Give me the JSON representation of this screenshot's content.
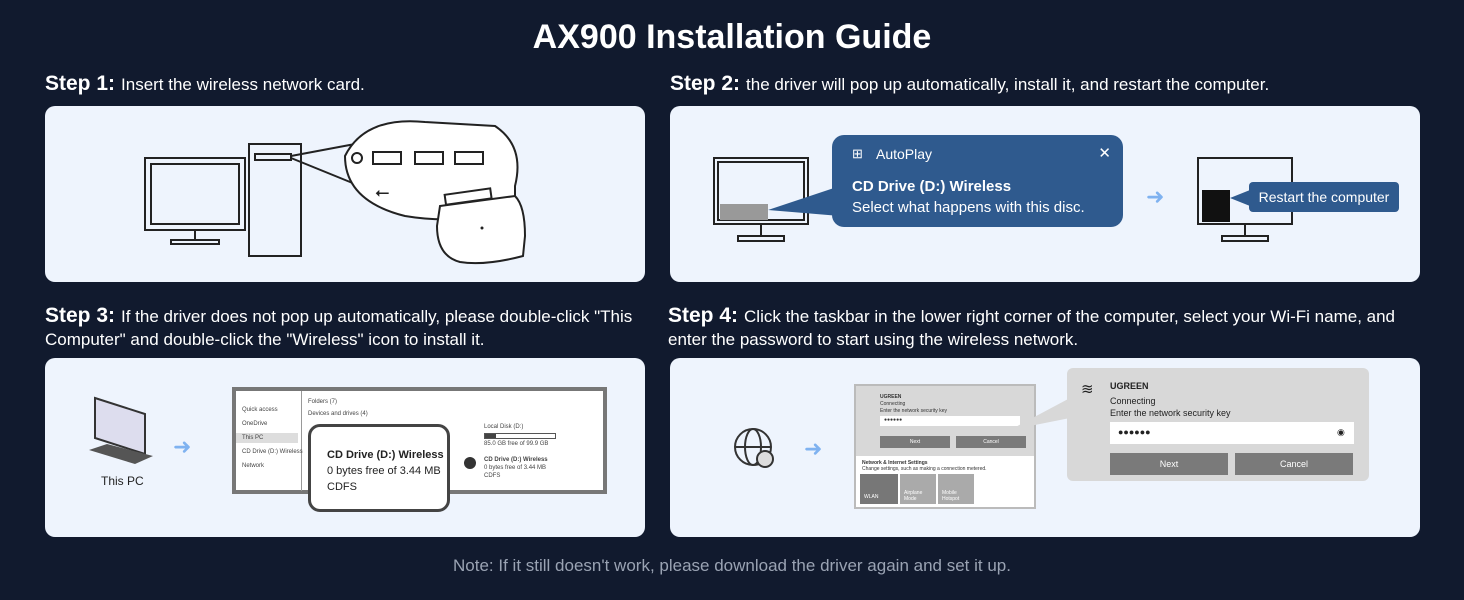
{
  "title": "AX900 Installation Guide",
  "steps": [
    {
      "label": "Step 1:",
      "text": "Insert the wireless network card."
    },
    {
      "label": "Step 2:",
      "text": "the driver will pop up automatically, install it, and restart the computer."
    },
    {
      "label": "Step 3:",
      "text": "If the driver does not pop up automatically, please double-click \"This Computer\" and double-click the \"Wireless\" icon to install it."
    },
    {
      "label": "Step 4:",
      "text": "Click the taskbar in the lower right corner of the computer, select your Wi-Fi name, and enter the password to start using the wireless network."
    }
  ],
  "step2": {
    "autoplay": "AutoPlay",
    "drive": "CD Drive (D:) Wireless",
    "prompt": "Select what happens with this disc.",
    "restart": "Restart the computer"
  },
  "step3": {
    "pc_label": "This PC",
    "nav": [
      "Quick access",
      "OneDrive",
      "This PC",
      "CD Drive (D:) Wireless",
      "Network"
    ],
    "folders": "Folders (7)",
    "devices": "Devices and drives (4)",
    "local_disk": "Local Disk (D:)",
    "local_free": "85.0 GB free of 99.9 GB",
    "local_fill": 0.15,
    "cd_name": "CD Drive (D:) Wireless",
    "cd_free": "0 bytes free of 3.44 MB",
    "cd_fs": "CDFS"
  },
  "step4": {
    "ssid": "UGREEN",
    "status": "Connecting",
    "prompt": "Enter the network security key",
    "password": "●●●●●●",
    "next": "Next",
    "cancel": "Cancel",
    "settings_title": "Network & Internet Settings",
    "settings_desc": "Change settings, such as making a connection metered.",
    "tiles": [
      "WLAN",
      "Airplane Mode",
      "Mobile Hotspot"
    ]
  },
  "note": "Note: If it still doesn't work, please download the driver again and set it up.",
  "colors": {
    "background": "#111a2e",
    "panel": "#eef4fd",
    "popup": "#2f5a8e"
  }
}
